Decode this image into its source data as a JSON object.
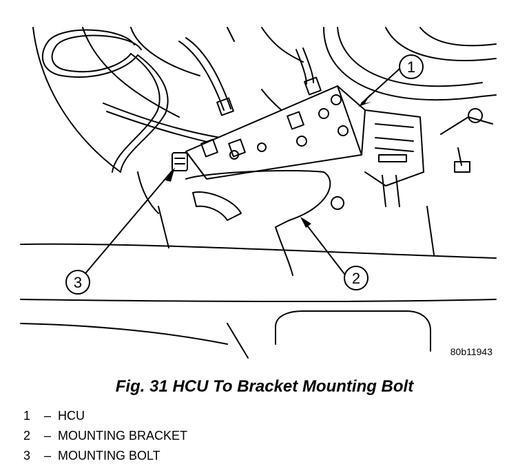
{
  "figure": {
    "reference_code": "80b11943",
    "callouts": [
      "1",
      "2",
      "3"
    ]
  },
  "caption": "Fig. 31 HCU To Bracket Mounting Bolt",
  "legend": [
    {
      "number": "1",
      "separator": "–",
      "label": "HCU"
    },
    {
      "number": "2",
      "separator": "–",
      "label": "MOUNTING BRACKET"
    },
    {
      "number": "3",
      "separator": "–",
      "label": "MOUNTING BOLT"
    }
  ]
}
